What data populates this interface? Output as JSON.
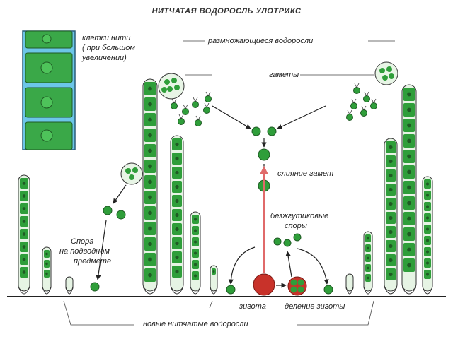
{
  "title": "НИТЧАТАЯ ВОДОРОСЛЬ УЛОТРИКС",
  "labels": {
    "cells_line1": "клетки нити",
    "cells_line2": "( при большом",
    "cells_line3": "увеличении)",
    "reproducing": "размножающиеся водоросли",
    "gametes": "гаметы",
    "fusion": "слияние гамет",
    "flagless_line1": "безжгутиковые",
    "flagless_line2": "споры",
    "spore_line1": "Спора",
    "spore_line2": "на подводном",
    "spore_line3": "предмете",
    "zygote": "зигота",
    "zygote_division": "деление зиготы",
    "new_filaments": "новые нитчатые водоросли"
  },
  "colors": {
    "cell_green": "#2f9e3a",
    "cell_light": "#7fd07a",
    "water_blue": "#6cc6e8",
    "zygote_red": "#c8322a",
    "arrow_red": "#e06a6a",
    "ink": "#222222"
  }
}
